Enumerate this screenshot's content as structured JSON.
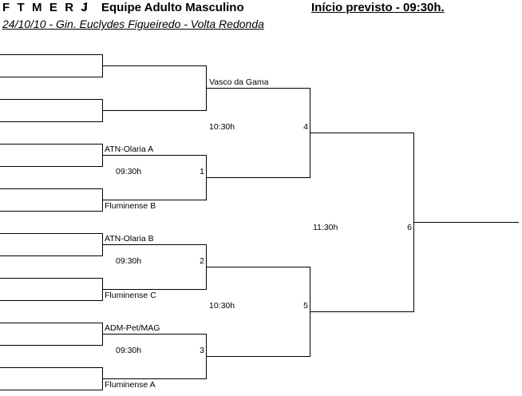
{
  "header": {
    "org": "F T M E R J",
    "separator": "/",
    "event": "Equipe Adulto Masculino",
    "start": "Início previsto - 09:30h.",
    "subtitle": "24/10/10  -  Gin. Euclydes Figueiredo - Volta Redonda"
  },
  "bracket": {
    "matches": [
      {
        "number": "1",
        "time": "09:30h",
        "team_top": "ATN-Olaria A",
        "team_bottom": "Fluminense B"
      },
      {
        "number": "2",
        "time": "09:30h",
        "team_top": "ATN-Olaria B",
        "team_bottom": "Fluminense C"
      },
      {
        "number": "3",
        "time": "09:30h",
        "team_top": "ADM-Pet/MAG",
        "team_bottom": "Fluminense A"
      },
      {
        "number": "4",
        "time": "10:30h",
        "team_top": "Vasco da Gama",
        "team_bottom": ""
      },
      {
        "number": "5",
        "time": "10:30h",
        "team_top": "",
        "team_bottom": ""
      },
      {
        "number": "6",
        "time": "11:30h",
        "team_top": "",
        "team_bottom": ""
      }
    ]
  }
}
